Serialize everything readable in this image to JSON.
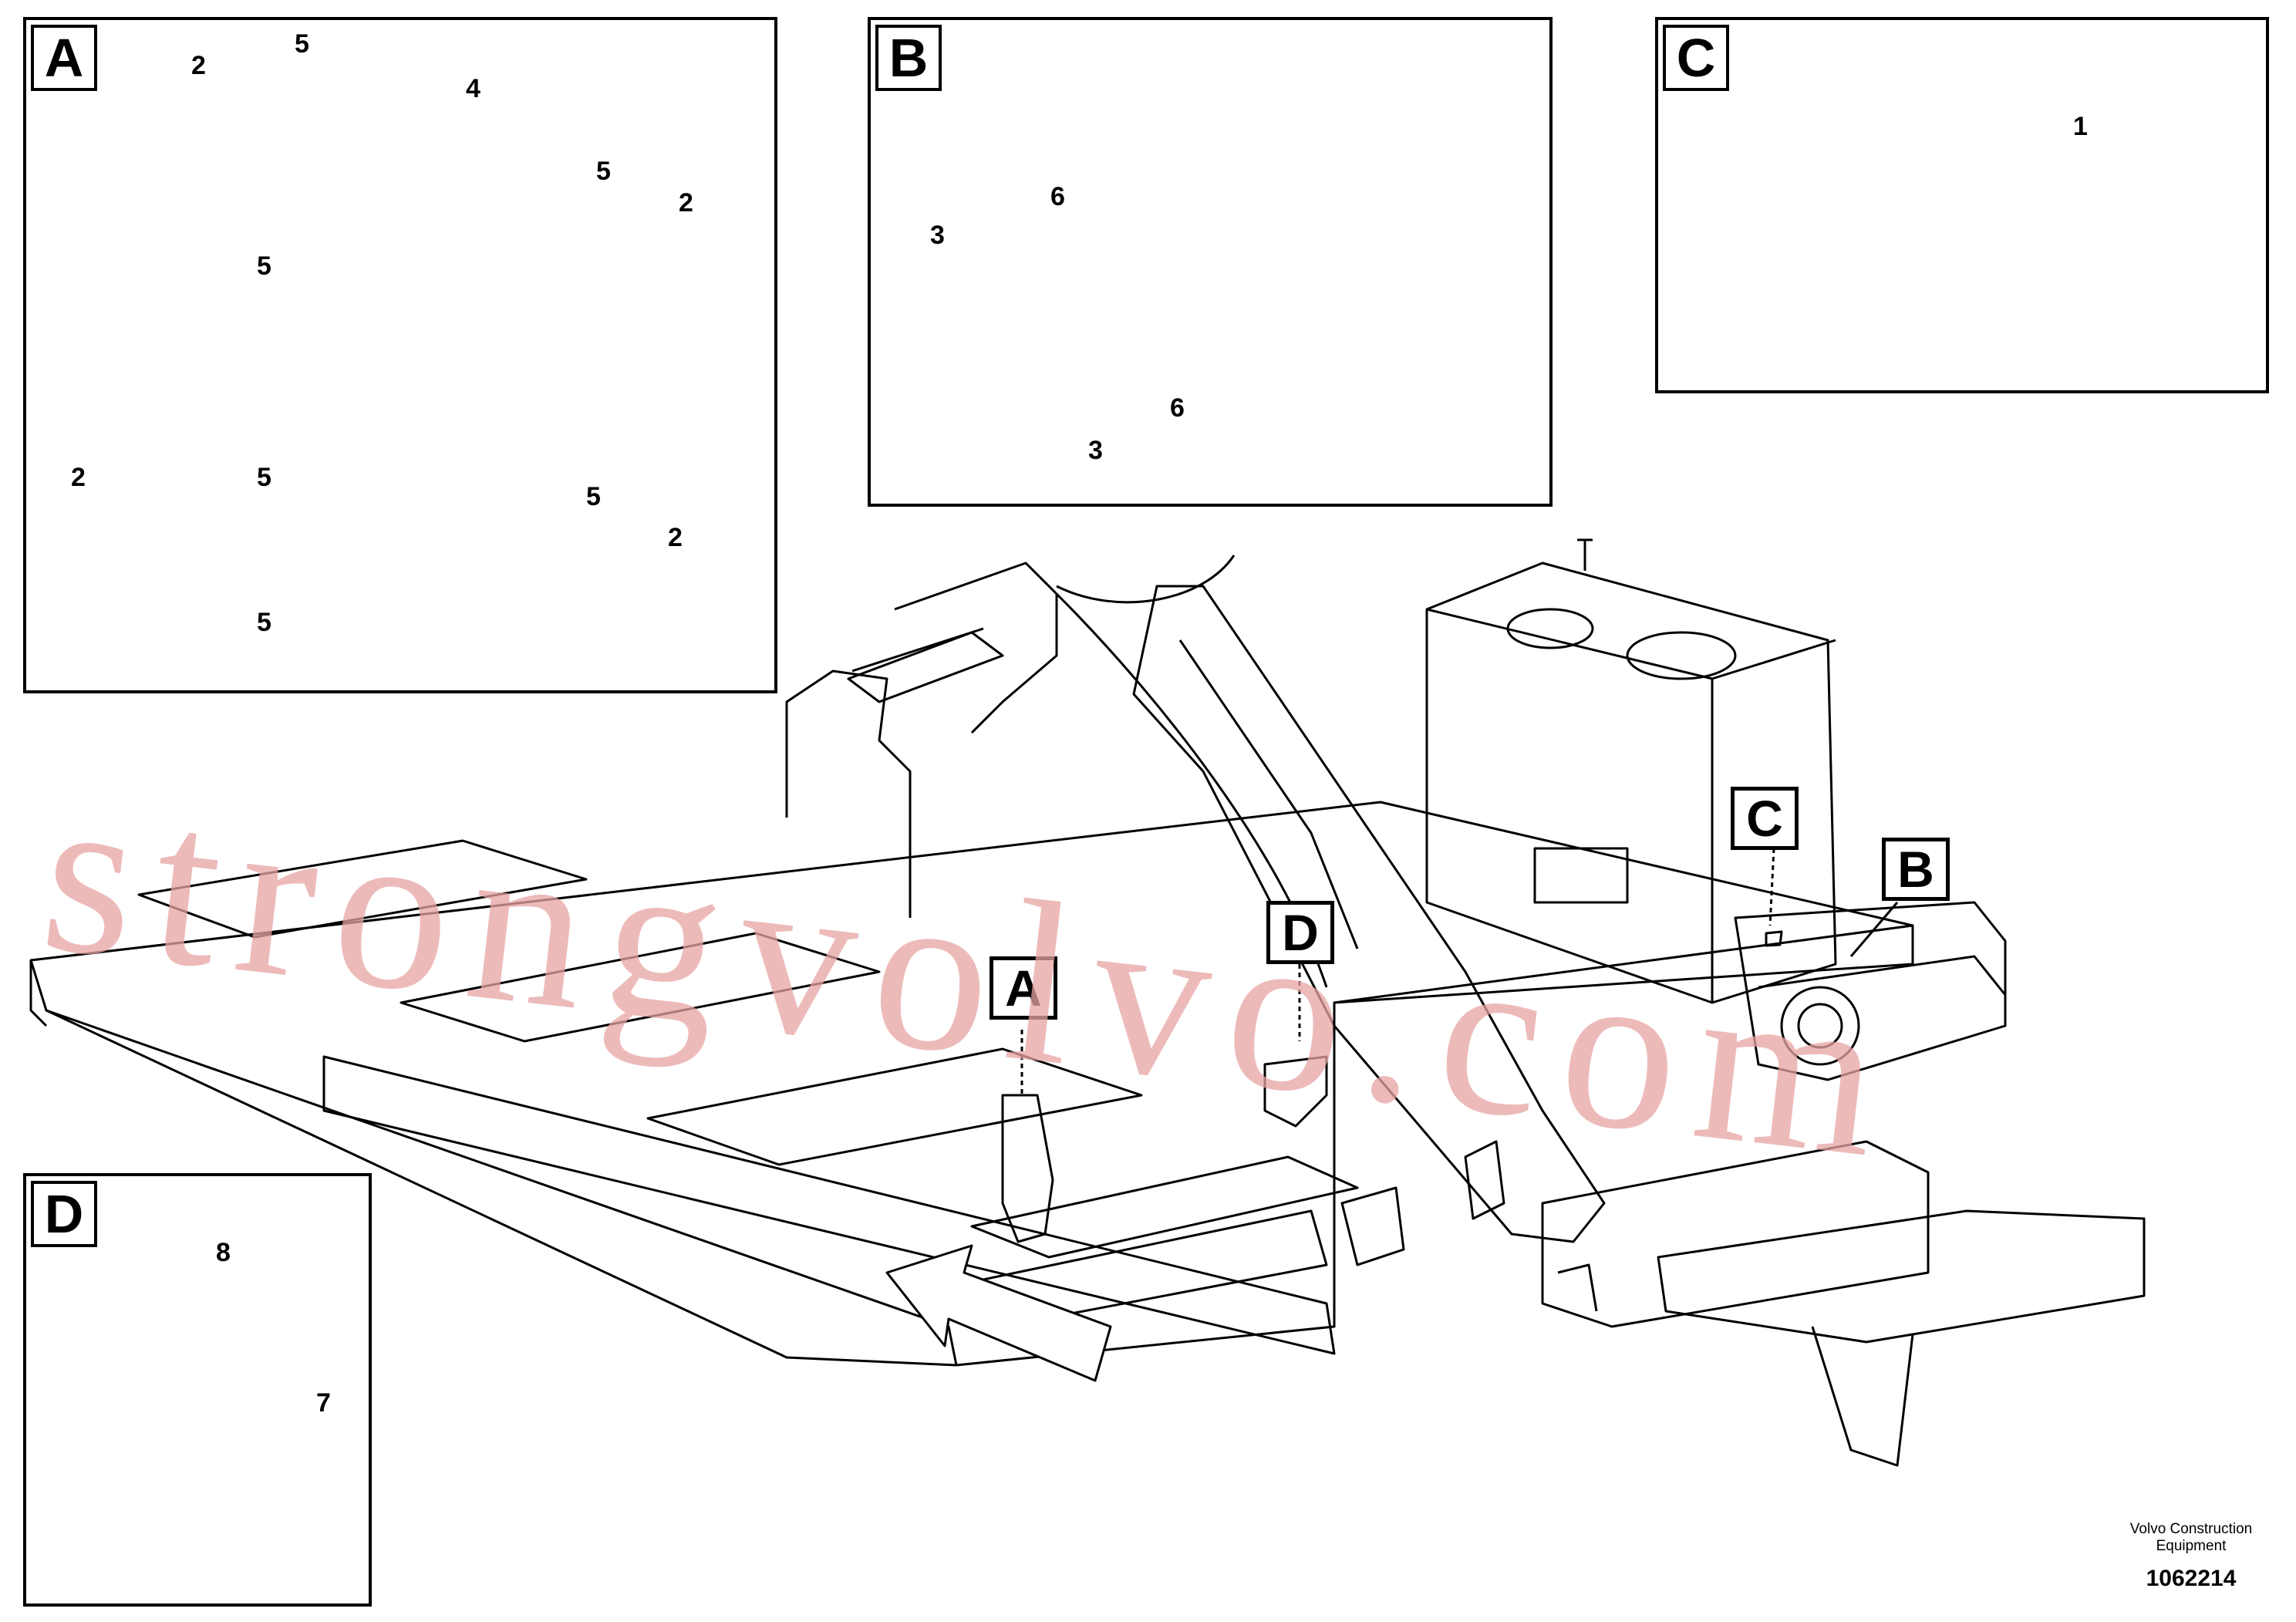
{
  "panels": {
    "A": {
      "tag": "A",
      "callouts": {
        "c2_top": "2",
        "c5_top": "5",
        "c4": "4",
        "c5_right_top": "5",
        "c2_right_top": "2",
        "c5_left_top": "5",
        "c2_group": "2",
        "c5_left_mid": "5",
        "c5_right_mid": "5",
        "c2_right_bot": "2",
        "c5_left_bot": "5"
      }
    },
    "B": {
      "tag": "B",
      "callouts": {
        "c3_top": "3",
        "c6_top": "6",
        "c3_bot": "3",
        "c6_bot": "6"
      }
    },
    "C": {
      "tag": "C",
      "callouts": {
        "c1": "1"
      }
    },
    "D": {
      "tag": "D",
      "callouts": {
        "c8": "8",
        "c7": "7"
      }
    }
  },
  "location_tags": {
    "A": "A",
    "B": "B",
    "C": "C",
    "D": "D"
  },
  "watermark": "strongvolvo.com",
  "footer": {
    "company": "Volvo Construction Equipment",
    "drawing_number": "1062214"
  },
  "colors": {
    "line": "#000000",
    "watermark": "#e8a3a3",
    "background": "#ffffff"
  }
}
